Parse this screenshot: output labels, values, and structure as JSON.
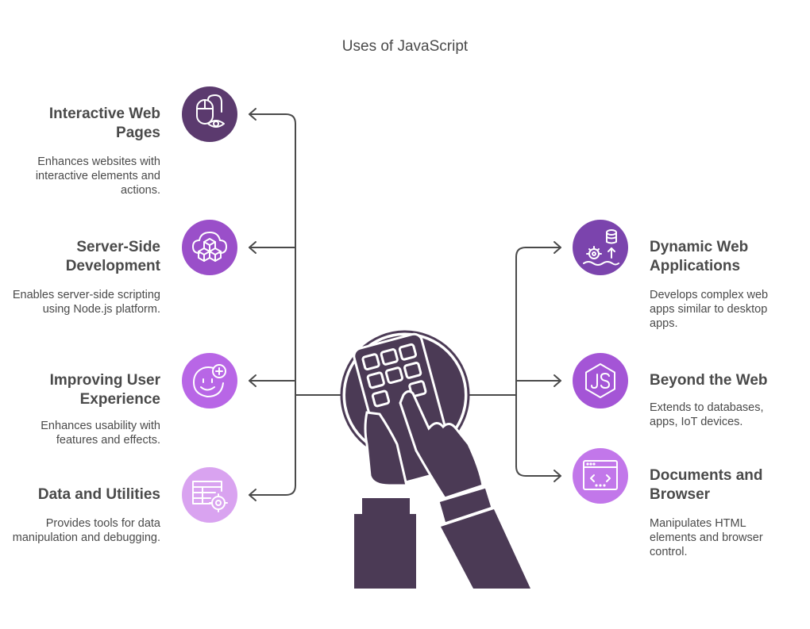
{
  "title": "Uses of JavaScript",
  "left_items": [
    {
      "title": "Interactive Web Pages",
      "description": "Enhances websites with interactive elements and actions.",
      "icon": "mouse-eye-icon",
      "color": "#5b3a6e"
    },
    {
      "title": "Server-Side Development",
      "description": "Enables server-side scripting using Node.js platform.",
      "icon": "cloud-cubes-icon",
      "color": "#9a4fc9"
    },
    {
      "title": "Improving User Experience",
      "description": "Enhances usability with features and effects.",
      "icon": "smiley-plus-icon",
      "color": "#b866e6"
    },
    {
      "title": "Data and Utilities",
      "description": "Provides tools for data manipulation and debugging.",
      "icon": "table-gear-icon",
      "color": "#d9a3f0"
    }
  ],
  "right_items": [
    {
      "title": "Dynamic Web Applications",
      "description": "Develops complex web apps similar to desktop apps.",
      "icon": "database-gear-icon",
      "color": "#7b44ad"
    },
    {
      "title": "Beyond the Web",
      "description": "Extends to databases, apps, IoT devices.",
      "icon": "nodejs-hexagon-icon",
      "color": "#a455d6"
    },
    {
      "title": "Documents and Browser",
      "description": "Manipulates HTML elements and browser control.",
      "icon": "browser-code-icon",
      "color": "#c277ea"
    }
  ],
  "colors": {
    "line": "#4a4a4a",
    "hero": "#4b3a55"
  }
}
